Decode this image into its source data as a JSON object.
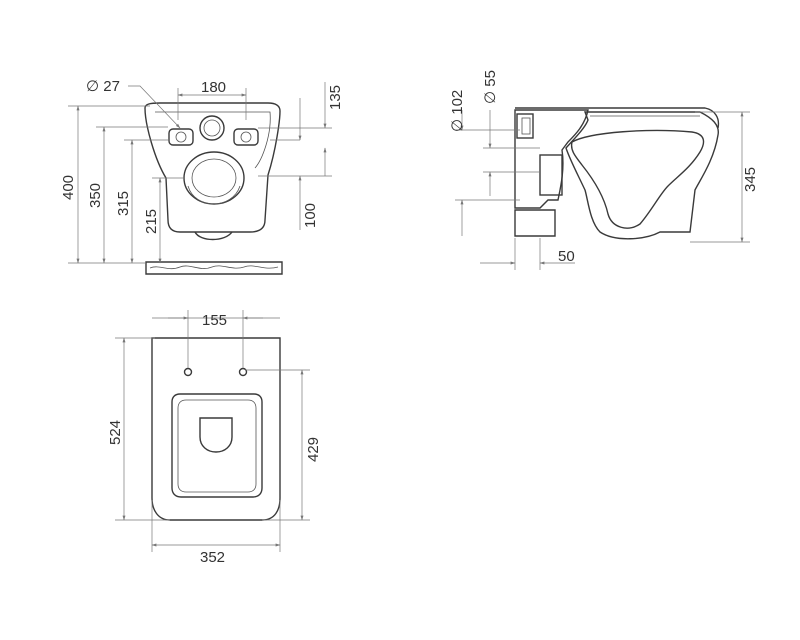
{
  "colors": {
    "line": "#3a3a3a",
    "dimension": "#777777",
    "background": "#ffffff"
  },
  "front_view": {
    "hole_diameter": "∅ 27",
    "width_top": "180",
    "height_total": "400",
    "height_350": "350",
    "height_315": "315",
    "height_215": "215",
    "right_135": "135",
    "right_100": "100"
  },
  "side_view": {
    "diameter_102": "∅ 102",
    "diameter_55": "∅ 55",
    "height_345": "345",
    "offset_50": "50"
  },
  "top_view": {
    "hole_spacing": "155",
    "length": "524",
    "seat_length": "429",
    "width": "352"
  }
}
